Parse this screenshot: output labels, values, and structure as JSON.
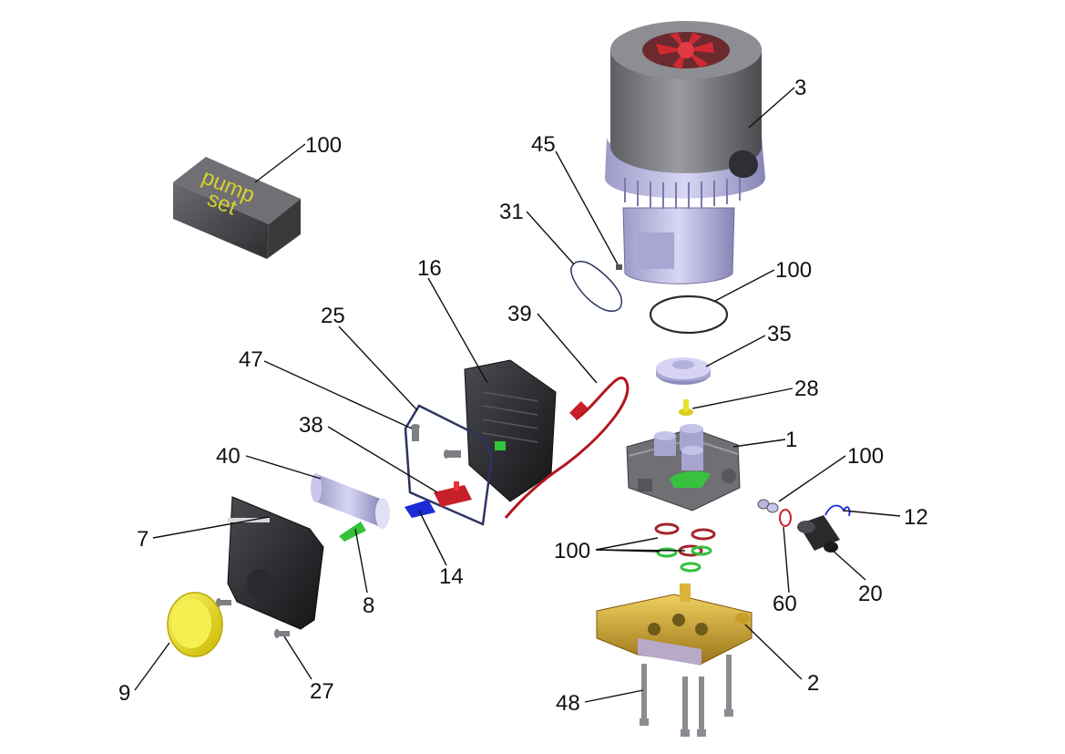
{
  "labels": {
    "pump_set_box": "100",
    "motor": "3",
    "part_45": "45",
    "part_31": "31",
    "oring_top": "100",
    "part_16": "16",
    "part_39": "39",
    "part_25": "25",
    "part_47": "47",
    "part_35": "35",
    "part_28": "28",
    "part_38": "38",
    "part_1": "1",
    "part_40": "40",
    "seals_right": "100",
    "part_12": "12",
    "part_7": "7",
    "part_14": "14",
    "seals_left": "100",
    "part_8": "8",
    "part_60": "60",
    "part_20": "20",
    "part_9": "9",
    "part_2": "2",
    "part_27": "27",
    "part_48": "48"
  },
  "box_text": {
    "line1": "pump",
    "line2": "set"
  },
  "colors": {
    "motor_grey": "#8a8b90",
    "lavender": "#c9c6ec",
    "red": "#c8202a",
    "yellow": "#e8e030",
    "brass": "#d4a930",
    "green": "#33c23a",
    "blue": "#1b2bd6",
    "black_part": "#2c2c30",
    "navy_seal": "#2b3563"
  }
}
